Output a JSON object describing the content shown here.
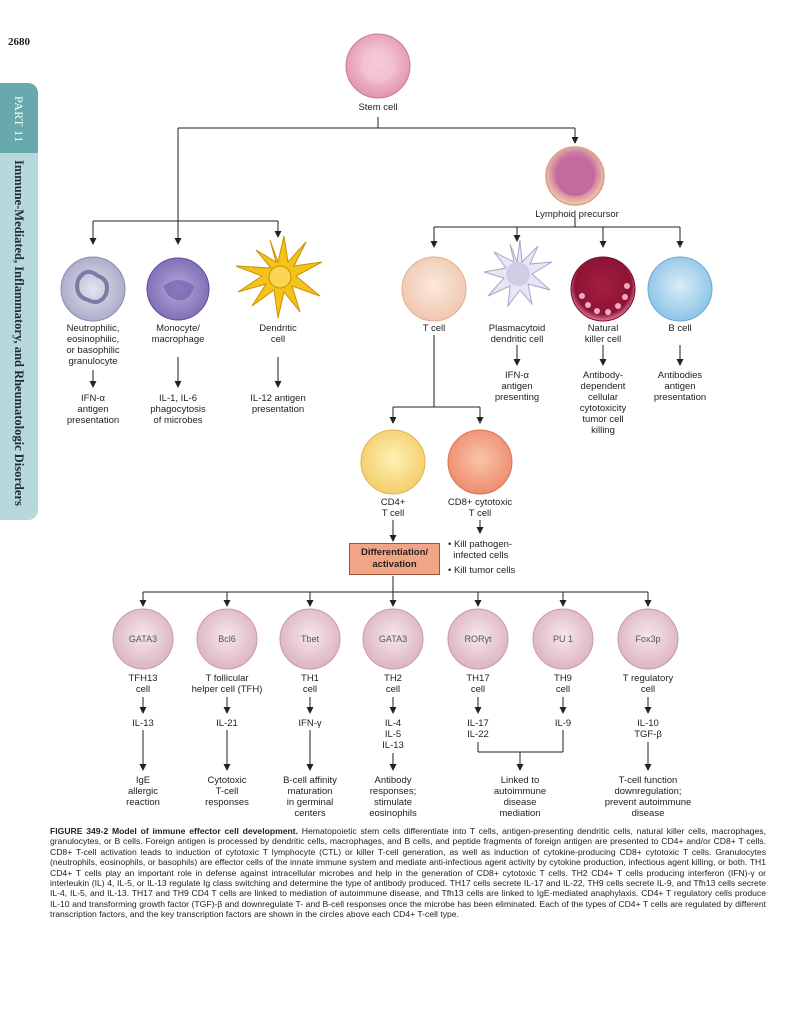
{
  "page_number": "2680",
  "sidebar": {
    "part": "PART 11",
    "title": "Immune-Mediated, Inflammatory, and Rheumatologic Disorders"
  },
  "colors": {
    "arrow": "#222222",
    "differentiation_box": "#f2a487",
    "sidebar_light": "#b7d8dc",
    "sidebar_dark": "#68a9ae"
  },
  "cells": {
    "stem": "Stem cell",
    "lymphoid": "Lymphoid precursor",
    "granulocyte": "Neutrophilic,\neosinophilic,\nor basophilic\ngranulocyte",
    "monocyte": "Monocyte/\nmacrophage",
    "dendritic": "Dendritic\ncell",
    "tcell": "T cell",
    "plasmacytoid": "Plasmacytoid\ndendritic cell",
    "nk": "Natural\nkiller cell",
    "bcell": "B cell",
    "cd4": "CD4+\nT cell",
    "cd8": "CD8+ cytotoxic\nT cell"
  },
  "functions": {
    "granulocyte": "IFN-α\nantigen\npresentation",
    "monocyte": "IL-1, IL-6\nphagocytosis\nof microbes",
    "dendritic": "IL-12 antigen\npresentation",
    "plasmacytoid": "IFN-α\nantigen\npresenting",
    "nk": "Antibody-\ndependent\ncellular\ncytotoxicity\ntumor cell\nkilling",
    "bcell": "Antibodies\nantigen\npresentation"
  },
  "differentiation_box": "Differentiation/\nactivation",
  "cd8_effects": [
    "• Kill pathogen-\n  infected cells",
    "• Kill tumor cells"
  ],
  "subsets": [
    {
      "tf": "GATA3",
      "name": "TFH13\ncell",
      "cytokine": "IL-13",
      "outcome": "IgE\nallergic\nreaction"
    },
    {
      "tf": "Bcl6",
      "name": "T follicular\nhelper cell (TFH)",
      "cytokine": "IL-21",
      "outcome": "Cytotoxic\nT-cell\nresponses"
    },
    {
      "tf": "Tbet",
      "name": "TH1\ncell",
      "cytokine": "IFN-γ",
      "outcome": "B-cell affinity\nmaturation\nin germinal\ncenters"
    },
    {
      "tf": "GATA3",
      "name": "TH2\ncell",
      "cytokine": "IL-4\nIL-5\nIL-13",
      "outcome": "Antibody\nresponses;\nstimulate\neosinophils"
    },
    {
      "tf": "RORγt",
      "name": "TH17\ncell",
      "cytokine": "IL-17\nIL-22",
      "outcome": ""
    },
    {
      "tf": "PU 1",
      "name": "TH9\ncell",
      "cytokine": "IL-9",
      "outcome": ""
    },
    {
      "tf": "Fox3p",
      "name": "T regulatory\ncell",
      "cytokine": "IL-10\nTGF-β",
      "outcome": "T-cell function\ndownregulation;\nprevent autoimmune\ndisease"
    }
  ],
  "th17_th9_outcome": "Linked to\nautoimmune\ndisease\nmediation",
  "caption": {
    "label": "FIGURE 349-2 Model of immune effector cell development.",
    "text": "Hematopoietic stem cells differentiate into T cells, antigen-presenting dendritic cells, natural killer cells, macrophages, granulocytes, or B cells. Foreign antigen is processed by dendritic cells, macrophages, and B cells, and peptide fragments of foreign antigen are presented to CD4+ and/or CD8+ T cells. CD8+ T-cell activation leads to induction of cytotoxic T lymphocyte (CTL) or killer T-cell generation, as well as induction of cytokine-producing CD8+ cytotoxic T cells. Granulocytes (neutrophils, eosinophils, or basophils) are effector cells of the innate immune system and mediate anti-infectious agent activity by cytokine production, infectious agent killing, or both. TH1 CD4+ T cells play an important role in defense against intracellular microbes and help in the generation of CD8+ cytotoxic T cells. TH2 CD4+ T cells producing interferon (IFN)-γ or interleukin (IL) 4, IL-5, or IL-13 regulate Ig class switching and determine the type of antibody produced. TH17 cells secrete IL-17 and IL-22, TH9 cells secrete IL-9, and Tfh13 cells secrete IL-4, IL-5, and IL-13. TH17 and TH9 CD4 T cells are linked to mediation of autoimmune disease, and Tfh13 cells are linked to IgE-mediated anaphylaxis. CD4+ T regulatory cells produce IL-10 and transforming growth factor (TGF)-β and downregulate T- and B-cell responses once the microbe has been eliminated. Each of the types of CD4+ T cells are regulated by different transcription factors, and the key transcription factors are shown in the circles above each CD4+ T-cell type."
  }
}
